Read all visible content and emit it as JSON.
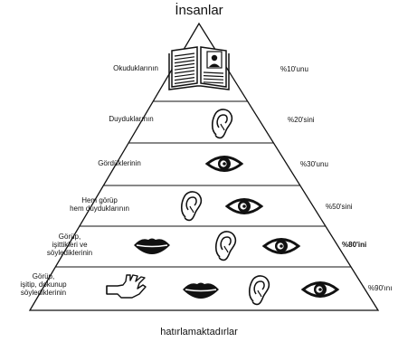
{
  "title": "İnsanlar",
  "footer": "hatırlamaktadırlar",
  "levels": [
    {
      "label": "Okuduklarının",
      "percent": "%10'unu",
      "icons": [
        "book-icon"
      ]
    },
    {
      "label": "Duyduklarının",
      "percent": "%20'sini",
      "icons": [
        "ear-icon"
      ]
    },
    {
      "label": "Gördüklerinin",
      "percent": "%30'unu",
      "icons": [
        "eye-icon"
      ]
    },
    {
      "label": "Hem görüp\nhem duyduklarının",
      "percent": "%50'sini",
      "icons": [
        "ear-icon",
        "eye-icon"
      ]
    },
    {
      "label": "Görüp,\nişittikleri ve\nsöylediklerinin",
      "percent": "%80'ini",
      "icons": [
        "lips-icon",
        "ear-icon",
        "eye-icon"
      ]
    },
    {
      "label": "Görüp,\nişitip, dokunup\nsöylediklerinin",
      "percent": "%90'ını",
      "icons": [
        "hand-icon",
        "lips-icon",
        "ear-icon",
        "eye-icon"
      ]
    }
  ]
}
